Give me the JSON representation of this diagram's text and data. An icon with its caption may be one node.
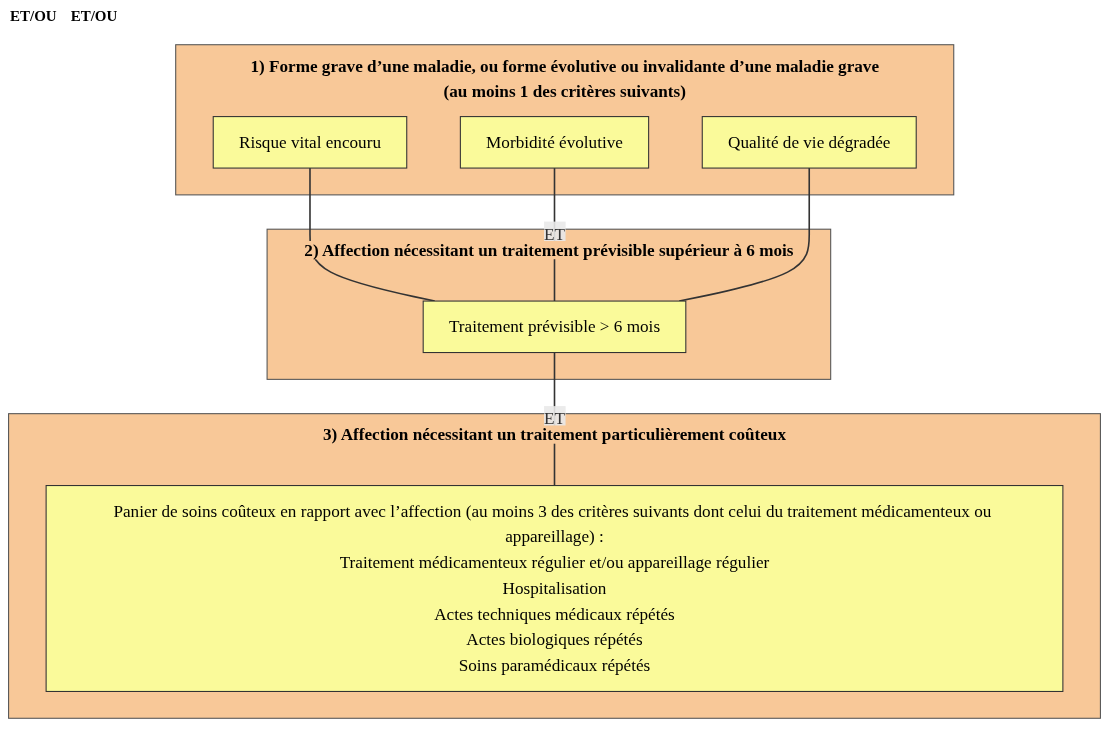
{
  "diagram": {
    "nodes": [
      {
        "text": [
          "1) Forme grave d’une maladie, ou forme évolutive ou invalidante d’une maladie grave",
          "(au moins 1 des critères suivants)"
        ]
      },
      {
        "text": [
          "Risque vital encouru"
        ],
        "in": 0
      },
      {
        "text": [
          "Morbidité évolutive"
        ],
        "in": 0
      },
      {
        "text": [
          "Qualité de vie dégradée"
        ],
        "in": 0
      },
      {
        "text": [
          "2) Affection nécessitant un traitement prévisible supérieur à 6 mois"
        ]
      },
      {
        "text": [
          "Traitement prévisible > 6 mois"
        ],
        "in": 4
      },
      {
        "text": [
          "3) Affection nécessitant un traitement particulièrement coûteux"
        ]
      },
      {
        "text": [
          "Panier de soins coûteux en rapport avec l’affection (au moins 3 des critères suivants dont celui du traitement médicamenteux ou appareillage) :",
          "Traitement médicamenteux régulier et/ou appareillage régulier",
          "Hospitalisation",
          "Actes techniques médicaux répétés",
          "Actes biologiques répétés",
          "Soins paramédicaux répétés"
        ],
        "in": 6
      }
    ],
    "edges": [
      {
        "from": 1,
        "to": 5,
        "arrow": "none"
      },
      {
        "from": 2,
        "to": 5,
        "arrow": "none",
        "label": "ET"
      },
      {
        "from": 3,
        "to": 5,
        "arrow": "none"
      },
      {
        "from": 5,
        "to": 7,
        "arrow": "none",
        "label": "ET"
      }
    ],
    "labels": [
      "ET/OU",
      "ET/OU"
    ]
  }
}
